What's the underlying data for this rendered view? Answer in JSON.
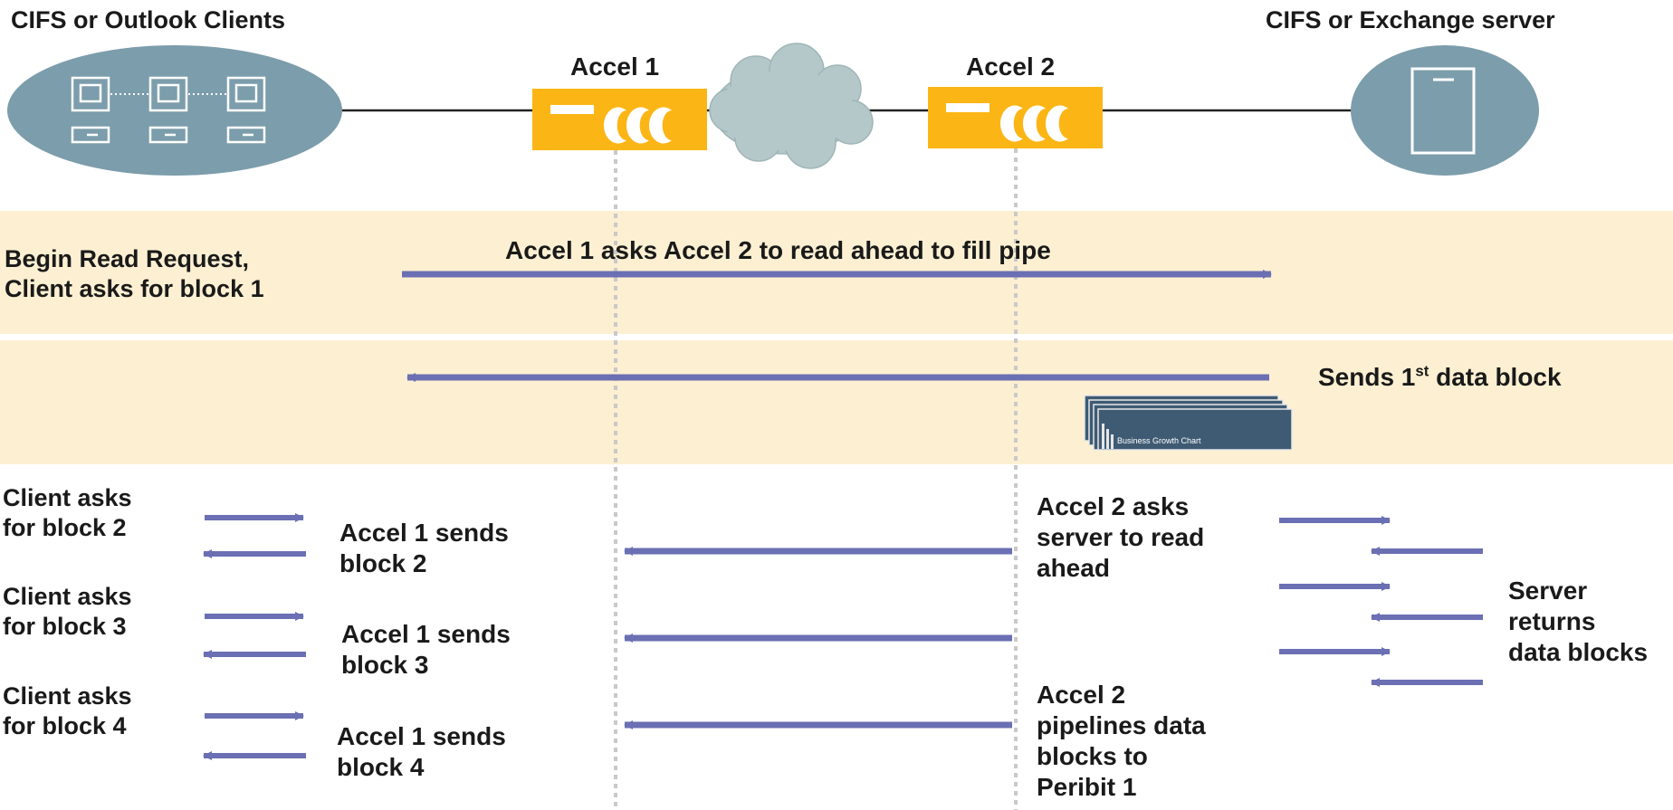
{
  "header": {
    "clients_title": "CIFS or Outlook Clients",
    "server_title": "CIFS or Exchange server",
    "accel1_title": "Accel 1",
    "accel2_title": "Accel 2"
  },
  "phase1": {
    "left_label_line1": "Begin Read Request,",
    "left_label_line2": "Client asks for block 1",
    "arrow_label": "Accel 1 asks Accel 2 to read ahead to fill pipe"
  },
  "phase2": {
    "label_prefix": "Sends 1",
    "label_sup": "st",
    "label_suffix": " data block",
    "thumbnail_caption": "Business Growth Chart"
  },
  "phase3": {
    "client_requests": [
      {
        "line1": "Client asks",
        "line2": "for block 2"
      },
      {
        "line1": "Client asks",
        "line2": "for block 3"
      },
      {
        "line1": "Client asks",
        "line2": "for block 4"
      }
    ],
    "accel1_sends": [
      {
        "line1": "Accel 1 sends",
        "line2": "block 2"
      },
      {
        "line1": "Accel 1 sends",
        "line2": "block 3"
      },
      {
        "line1": "Accel 1 sends",
        "line2": "block 4"
      }
    ],
    "accel2_read_ahead": {
      "line1": "Accel 2 asks",
      "line2": "server to read",
      "line3": "ahead"
    },
    "accel2_pipelines": {
      "line1": "Accel 2",
      "line2": "pipelines data",
      "line3": "blocks to",
      "line4": "Peribit 1"
    },
    "server_returns": {
      "line1": "Server",
      "line2": "returns",
      "line3": "data blocks"
    }
  },
  "colors": {
    "band": "#fdf0d2",
    "accel": "#fbb515",
    "ellipse": "#7c9dab",
    "cloud": "#b4c8c9",
    "arrow": "#6b6fb3",
    "thumbnail": "#3f5b74"
  }
}
